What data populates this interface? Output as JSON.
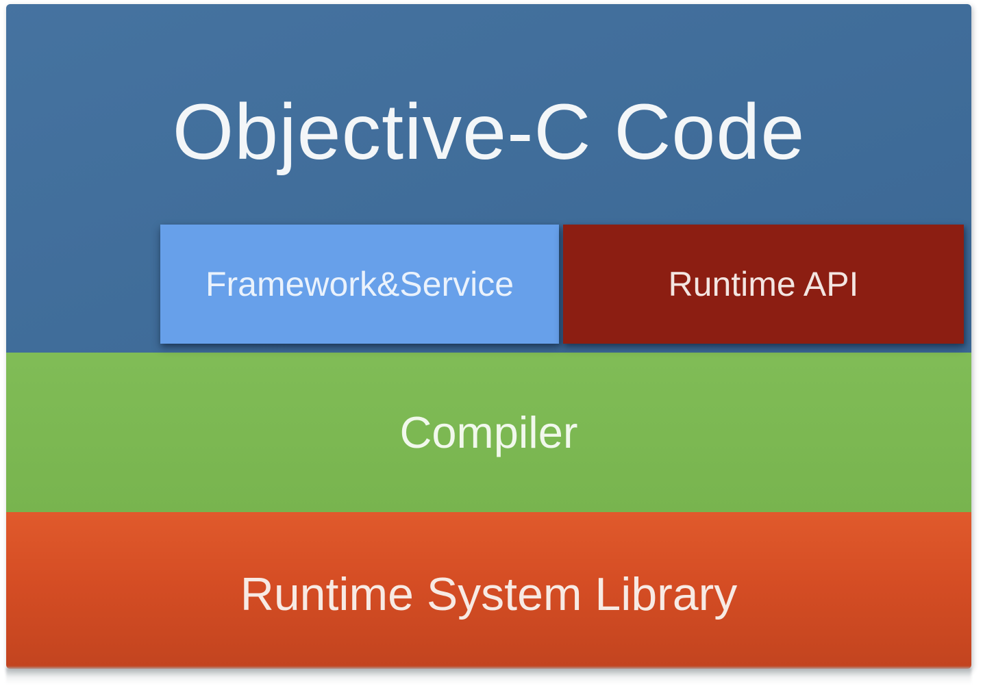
{
  "diagram": {
    "title": "Objective-C Code",
    "layers": [
      {
        "id": "objective-c-code",
        "label": "Objective-C Code",
        "color": "#3e6d9c"
      },
      {
        "id": "framework-service",
        "label": "Framework&Service",
        "color": "#67a0ea"
      },
      {
        "id": "runtime-api",
        "label": "Runtime API",
        "color": "#8c1e12"
      },
      {
        "id": "compiler",
        "label": "Compiler",
        "color": "#7cba51"
      },
      {
        "id": "runtime-system-library",
        "label": "Runtime System Library",
        "color_top": "#e05a2c",
        "color_bottom": "#c2441f"
      }
    ],
    "text_color": "#f3f6f8",
    "page_background": "#ffffff"
  }
}
